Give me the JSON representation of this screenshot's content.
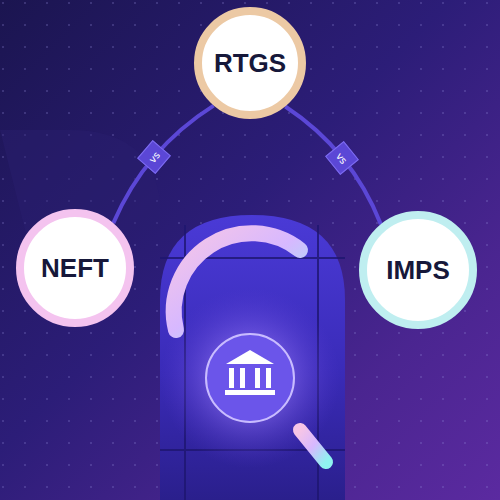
{
  "diagram": {
    "nodes": [
      {
        "text": [
          "RTGS"
        ]
      },
      {
        "text": [
          "NEFT"
        ]
      },
      {
        "text": [
          "IMPS"
        ]
      }
    ],
    "edges": [
      {
        "from": 1,
        "to": 0,
        "label": "vs",
        "arrow": "none"
      },
      {
        "from": 0,
        "to": 2,
        "label": "vs",
        "arrow": "none"
      }
    ]
  }
}
